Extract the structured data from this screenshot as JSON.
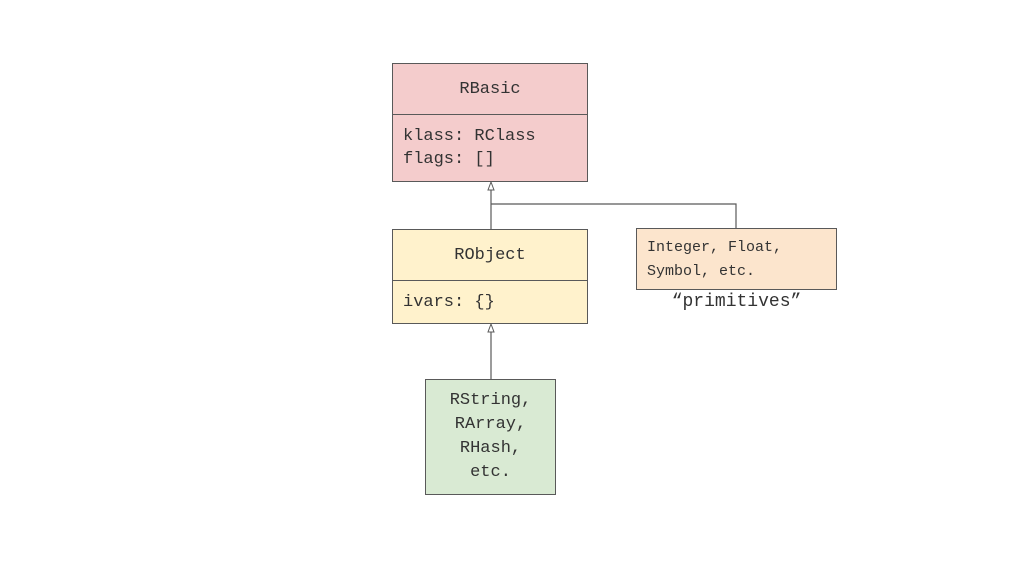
{
  "rbasic": {
    "title": "RBasic",
    "fields": [
      "klass: RClass",
      "flags: []"
    ]
  },
  "robject": {
    "title": "RObject",
    "fields": [
      "ivars: {}"
    ]
  },
  "primitives": {
    "lines": [
      "Integer, Float,",
      "Symbol, etc."
    ],
    "caption": "“primitives”"
  },
  "rstring": {
    "lines": [
      "RString,",
      "RArray,",
      "RHash,",
      "etc."
    ]
  },
  "colors": {
    "rbasic_fill": "#f4cccc",
    "robject_fill": "#fff2cc",
    "primitives_fill": "#fce5cd",
    "rstring_fill": "#d9ead3",
    "line": "#595959"
  }
}
